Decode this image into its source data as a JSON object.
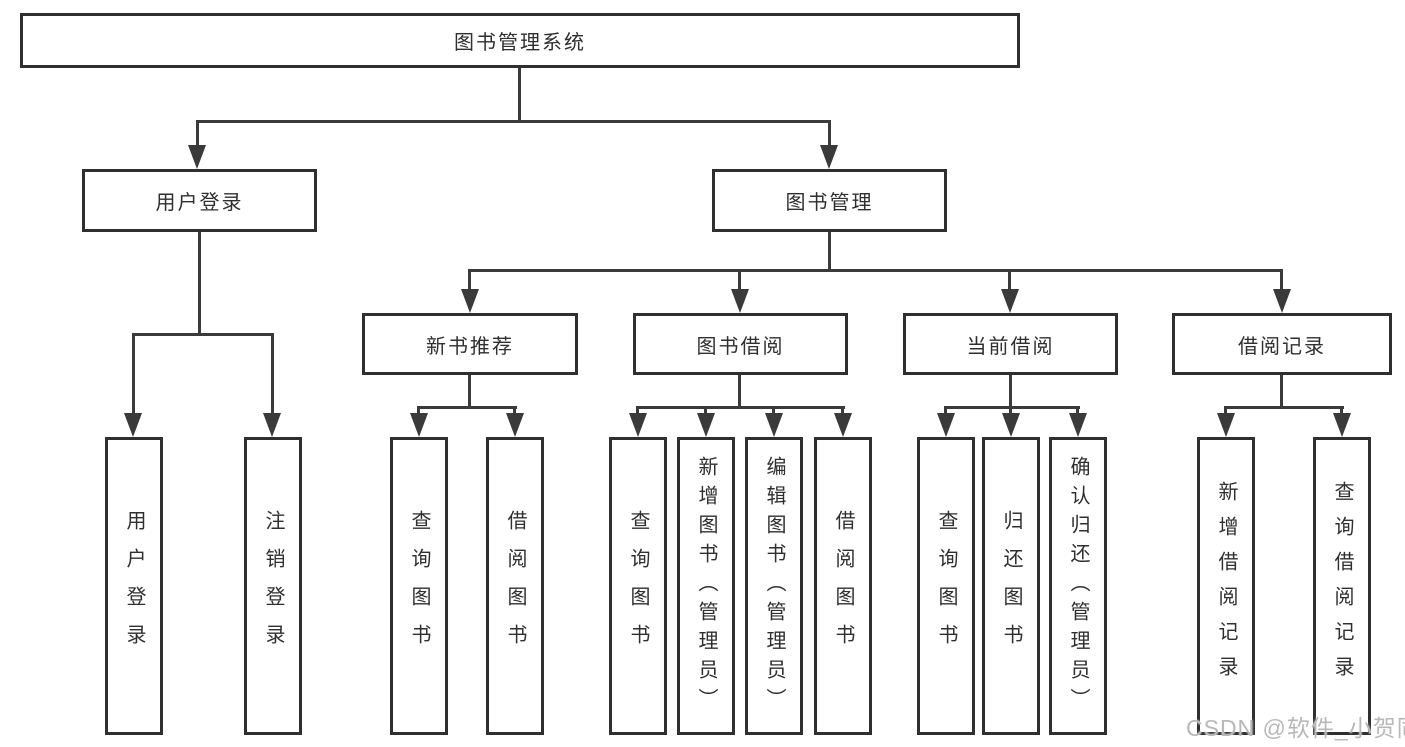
{
  "title": "图书管理系统",
  "nodes": {
    "root": "图书管理系统",
    "user_login": "用户登录",
    "book_mgmt": "图书管理",
    "new_book_rec": "新书推荐",
    "book_borrow": "图书借阅",
    "current_borrow": "当前借阅",
    "borrow_records": "借阅记录",
    "ul_login": "用户登录",
    "ul_logout": "注销登录",
    "nbr_query": "查询图书",
    "nbr_borrow": "借阅图书",
    "bb_query": "查询图书",
    "bb_add": "新增图书（管理员）",
    "bb_edit": "编辑图书（管理员）",
    "bb_borrow": "借阅图书",
    "cb_query": "查询图书",
    "cb_return": "归还图书",
    "cb_confirm": "确认归还（管理员）",
    "br_add": "新增借阅记录",
    "br_query": "查询借阅记录"
  },
  "watermark": "CSDN @软件_小贺同学",
  "colors": {
    "line": "#3a3a3a",
    "border": "#2f2f2f",
    "text": "#2f2f2f",
    "watermark": "#b8b8b8",
    "background": "#ffffff"
  }
}
